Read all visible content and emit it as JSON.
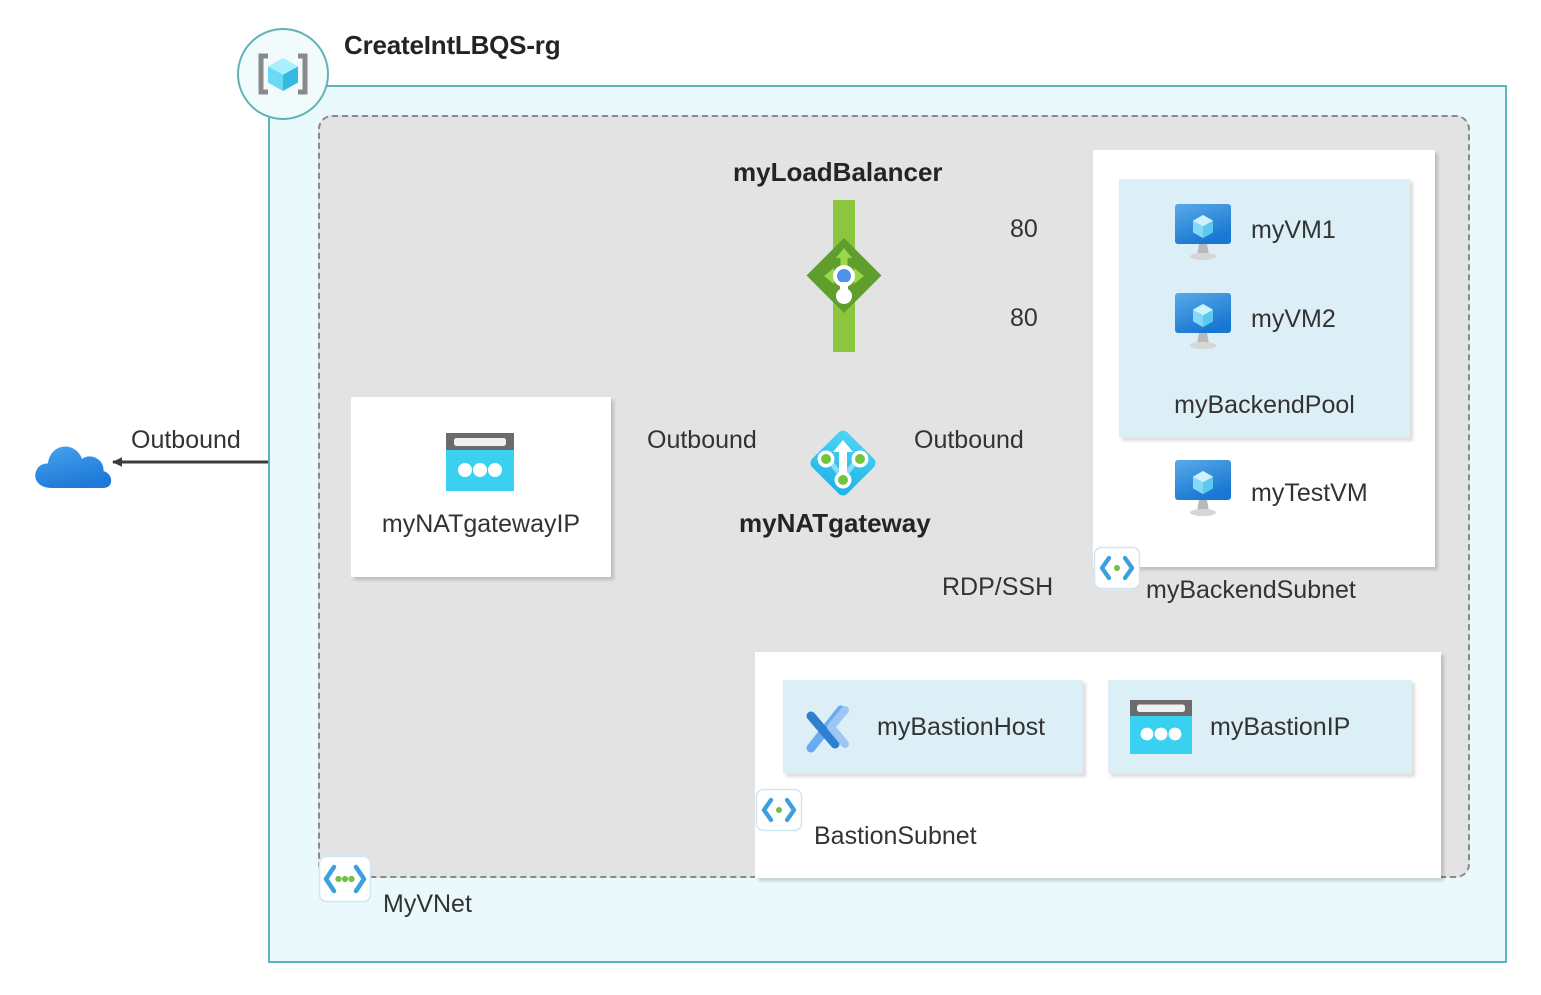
{
  "diagram": {
    "type": "azure-architecture",
    "resource_group": {
      "name": "CreateIntLBQS-rg",
      "icon": "resource-group-icon"
    },
    "vnet": {
      "name": "MyVNet",
      "icon": "vnet-icon"
    },
    "internet": {
      "icon": "cloud-icon"
    },
    "load_balancer": {
      "name": "myLoadBalancer",
      "icon": "load-balancer-icon",
      "rules": [
        {
          "port": "80",
          "target": "myVM1"
        },
        {
          "port": "80",
          "target": "myVM2"
        }
      ]
    },
    "nat_gateway": {
      "name": "myNATgateway",
      "icon": "nat-gateway-icon"
    },
    "nat_gateway_ip": {
      "name": "myNATgatewayIP",
      "icon": "public-ip-icon"
    },
    "backend_subnet": {
      "name": "myBackendSubnet",
      "icon": "subnet-icon",
      "backend_pool": {
        "name": "myBackendPool",
        "vms": [
          {
            "name": "myVM1",
            "icon": "virtual-machine-icon"
          },
          {
            "name": "myVM2",
            "icon": "virtual-machine-icon"
          }
        ]
      },
      "test_vm": {
        "name": "myTestVM",
        "icon": "virtual-machine-icon"
      }
    },
    "bastion_subnet": {
      "name": "BastionSubnet",
      "icon": "subnet-icon",
      "resources": [
        {
          "name": "myBastionHost",
          "icon": "bastion-icon"
        },
        {
          "name": "myBastionIP",
          "icon": "public-ip-icon"
        }
      ]
    },
    "connections": [
      {
        "label": "Outbound",
        "from": "myNATgatewayIP",
        "to": "internet"
      },
      {
        "label": "Outbound",
        "from": "myNATgateway",
        "to": "myNATgatewayIP"
      },
      {
        "label": "Outbound",
        "from": "myBackendSubnet",
        "to": "myNATgateway"
      },
      {
        "label": "RDP/SSH",
        "from": "myBastionHost",
        "to": "myTestVM"
      },
      {
        "label": "80",
        "from": "myLoadBalancer",
        "to": "myVM1"
      },
      {
        "label": "80",
        "from": "myLoadBalancer",
        "to": "myVM2"
      }
    ],
    "labels": {
      "outbound_internet": "Outbound",
      "outbound_natip": "Outbound",
      "outbound_subnet": "Outbound",
      "rdp_ssh": "RDP/SSH",
      "port_rule_1": "80",
      "port_rule_2": "80"
    },
    "colors": {
      "resource_group_border": "#5fb3b8",
      "resource_group_fill": "#eaf9fc",
      "vnet_fill": "#e3e3e3",
      "vnet_border": "#8a8a8a",
      "subnet_fill": "#ffffff",
      "tile_fill": "#dceff6",
      "accent_cyan": "#32c5f4",
      "accent_blue": "#2f7fd1",
      "accent_green": "#8cc63f",
      "line": "#3b3b3b",
      "text": "#333333"
    }
  }
}
